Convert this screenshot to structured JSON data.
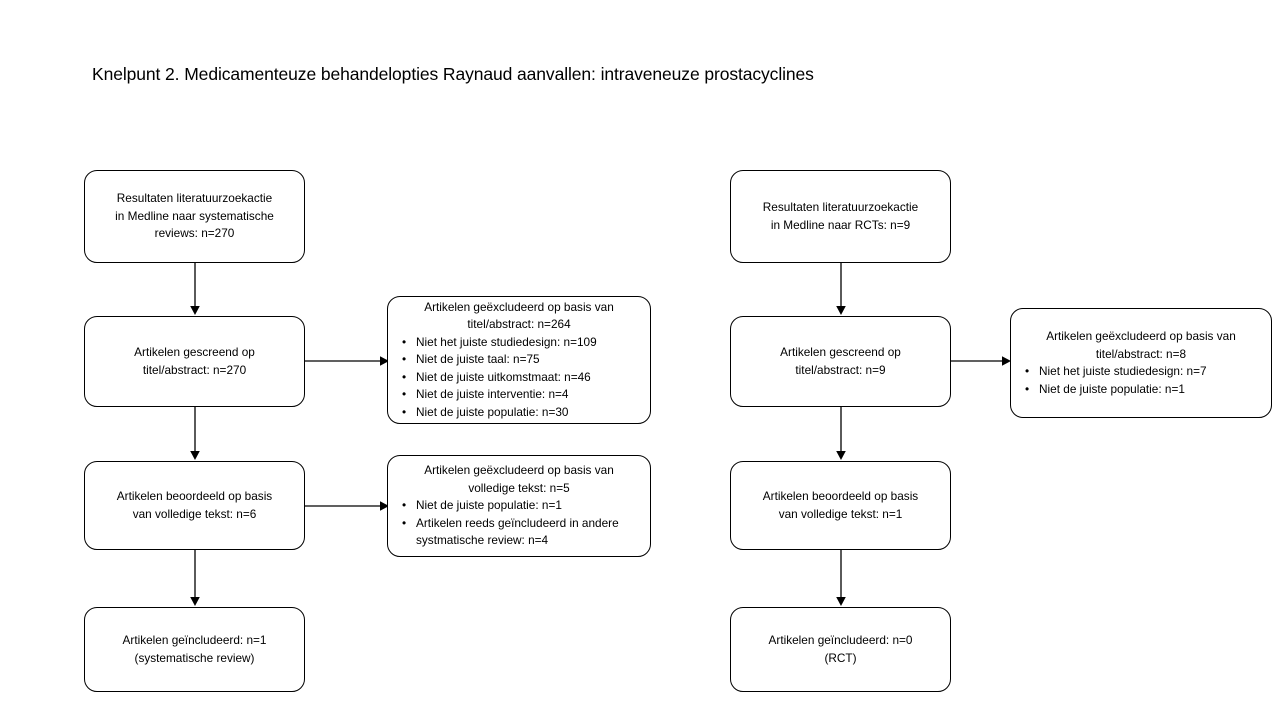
{
  "title": "Knelpunt 2. Medicamenteuze behandelopties Raynaud aanvallen: intraveneuze prostacyclines",
  "theme": {
    "background": "#ffffff",
    "stroke": "#000000",
    "text": "#000000"
  },
  "flow_left": {
    "name": "systematic-reviews-flow",
    "records_identified": {
      "lines": [
        "Resultaten literatuurzoekactie",
        "in Medline naar systematische",
        "reviews: n=270"
      ]
    },
    "screened": {
      "lines": [
        "Artikelen gescreend op",
        "titel/abstract: n=270"
      ]
    },
    "excluded_title_abstract": {
      "lines": [
        "Artikelen geëxcludeerd op basis van",
        "titel/abstract: n=264"
      ],
      "bullets": [
        "Niet het juiste studiedesign: n=109",
        "Niet de juiste taal: n=75",
        "Niet de juiste uitkomstmaat: n=46",
        "Niet de juiste interventie: n=4",
        "Niet de juiste populatie: n=30"
      ]
    },
    "assessed_fulltext": {
      "lines": [
        "Artikelen beoordeeld op basis",
        "van volledige tekst: n=6"
      ]
    },
    "excluded_fulltext": {
      "lines": [
        "Artikelen geëxcludeerd op basis van",
        "volledige tekst: n=5"
      ],
      "bullets": [
        "Niet de juiste populatie: n=1",
        "Artikelen reeds geïncludeerd in andere systmatische review: n=4"
      ]
    },
    "included": {
      "lines": [
        "Artikelen geïncludeerd: n=1",
        "(systematische review)"
      ]
    }
  },
  "flow_right": {
    "name": "rct-flow",
    "records_identified": {
      "lines": [
        "Resultaten literatuurzoekactie",
        "in Medline naar RCTs: n=9"
      ]
    },
    "screened": {
      "lines": [
        "Artikelen gescreend op",
        "titel/abstract: n=9"
      ]
    },
    "excluded_title_abstract": {
      "lines": [
        "Artikelen geëxcludeerd op basis van",
        "titel/abstract: n=8"
      ],
      "bullets": [
        "Niet het juiste studiedesign: n=7",
        "Niet de juiste populatie: n=1"
      ]
    },
    "assessed_fulltext": {
      "lines": [
        "Artikelen beoordeeld op basis",
        "van volledige tekst: n=1"
      ]
    },
    "included": {
      "lines": [
        "Artikelen geïncludeerd: n=0",
        "(RCT)"
      ]
    }
  },
  "bullet_glyph": "•"
}
